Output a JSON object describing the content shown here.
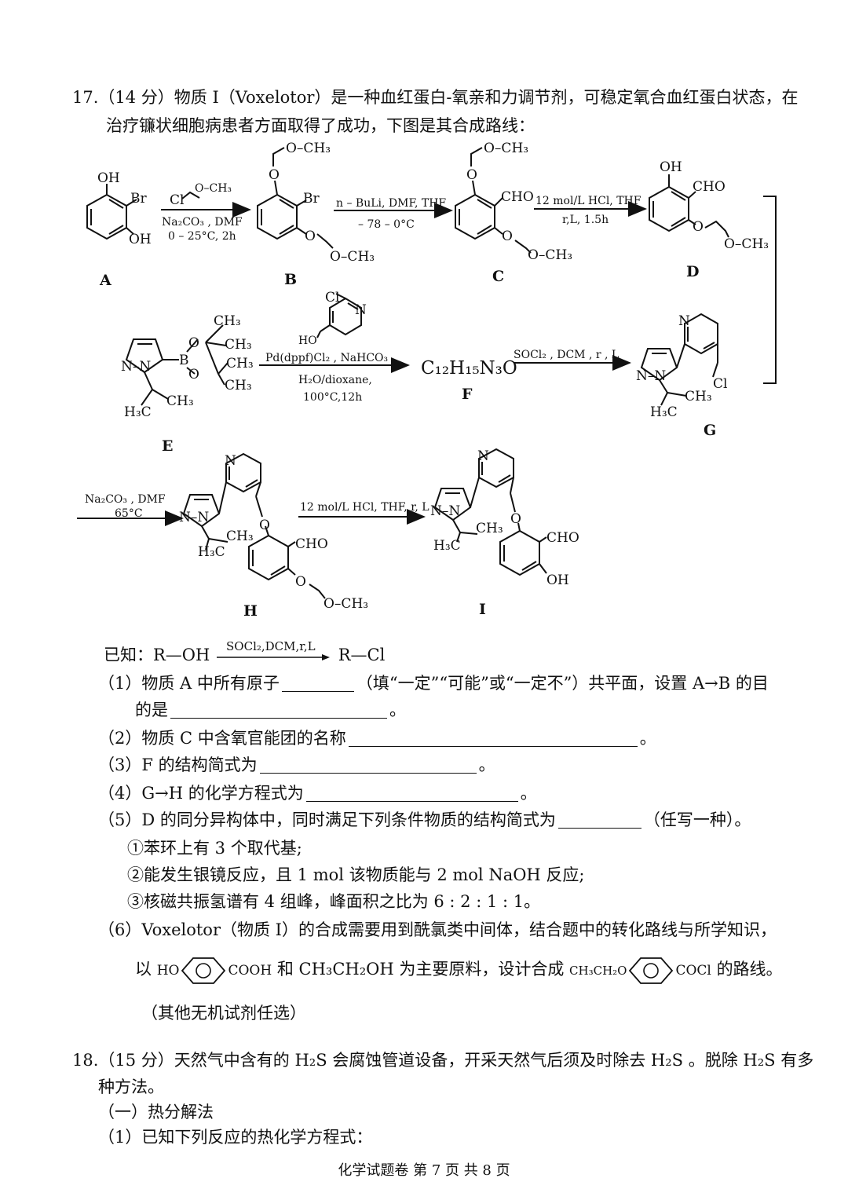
{
  "q17": {
    "header_line1": "17.（14 分）物质 I（Voxelotor）是一种血红蛋白-氧亲和力调节剂，可稳定氧合血红蛋白状态，在",
    "header_line2": "治疗镰状细胞病患者方面取得了成功，下图是其合成路线：",
    "compound_labels": {
      "A": "A",
      "B": "B",
      "C": "C",
      "D": "D",
      "E": "E",
      "F": "F",
      "G": "G",
      "H": "H",
      "I": "I"
    },
    "reagents": {
      "ab_line1": "Na₂CO₃ , DMF",
      "ab_line2": "0 – 25°C, 2h",
      "ab_reagent": "Cl",
      "bc_line1": "n – BuLi, DMF, THF",
      "bc_line2": "– 78 – 0°C",
      "cd_line1": "12 mol/L HCl, THF",
      "cd_line2": "r,L, 1.5h",
      "ef_line1": "Pd(dppf)Cl₂ , NaHCO₃",
      "ef_line2": "H₂O/dioxane,",
      "ef_line3": "100°C,12h",
      "fg_line1": "SOCl₂ , DCM , r , L",
      "gh_line1": "Na₂CO₃ , DMF",
      "gh_line2": "65°C",
      "hi_line1": "12 mol/L HCl, THF, r, L"
    },
    "f_formula": "C₁₂H₁₅N₃O",
    "atoms": {
      "oh": "OH",
      "br": "Br",
      "o": "O",
      "och3": "O–CH₃",
      "cho": "CHO",
      "n": "N",
      "nn": "N–N",
      "b": "B",
      "ch3": "CH₃",
      "h3c": "H₃C",
      "cl": "Cl",
      "ho": "HO",
      "o_ch3_reagent": "O–CH₃"
    },
    "known": "已知：R—OH",
    "known_reagent": "SOCl₂,DCM,r,L",
    "known_product": "R—Cl",
    "p1_a": "（1）物质 A 中所有原子",
    "p1_b": "（填“一定”“可能”或“一定不”）共平面，设置 A→B 的目",
    "p1_c": "的是",
    "p2": "（2）物质 C 中含氧官能团的名称",
    "p3": "（3）F 的结构简式为",
    "p4": "（4）G→H 的化学方程式为",
    "p5_a": "（5）D 的同分异构体中，同时满足下列条件物质的结构简式为",
    "p5_b": "（任写一种）。",
    "c1": "①苯环上有 3 个取代基;",
    "c2": "②能发生银镜反应，且 1 mol 该物质能与 2 mol NaOH 反应;",
    "c3": "③核磁共振氢谱有 4 组峰，峰面积之比为 6 : 2 : 1 : 1。",
    "p6_a": "（6）Voxelotor（物质 I）的合成需要用到酰氯类中间体，结合题中的转化路线与所学知识，",
    "p6_yi": "以",
    "p6_ho": "HO",
    "p6_cooh": "COOH",
    "p6_mid": "和 CH₃CH₂OH 为主要原料，设计合成",
    "p6_et": "CH₃CH₂O",
    "p6_cocl": "COCl",
    "p6_end": "的路线。",
    "p6_note": "（其他无机试剂任选）",
    "period": "。"
  },
  "q18": {
    "line1": "18.（15 分）天然气中含有的 H₂S 会腐蚀管道设备，开采天然气后须及时除去 H₂S 。脱除 H₂S 有多",
    "line2": "种方法。",
    "section": "（一）热分解法",
    "sub1": "（1）已知下列反应的热化学方程式："
  },
  "footer": "化学试题卷 第 7 页 共 8 页"
}
